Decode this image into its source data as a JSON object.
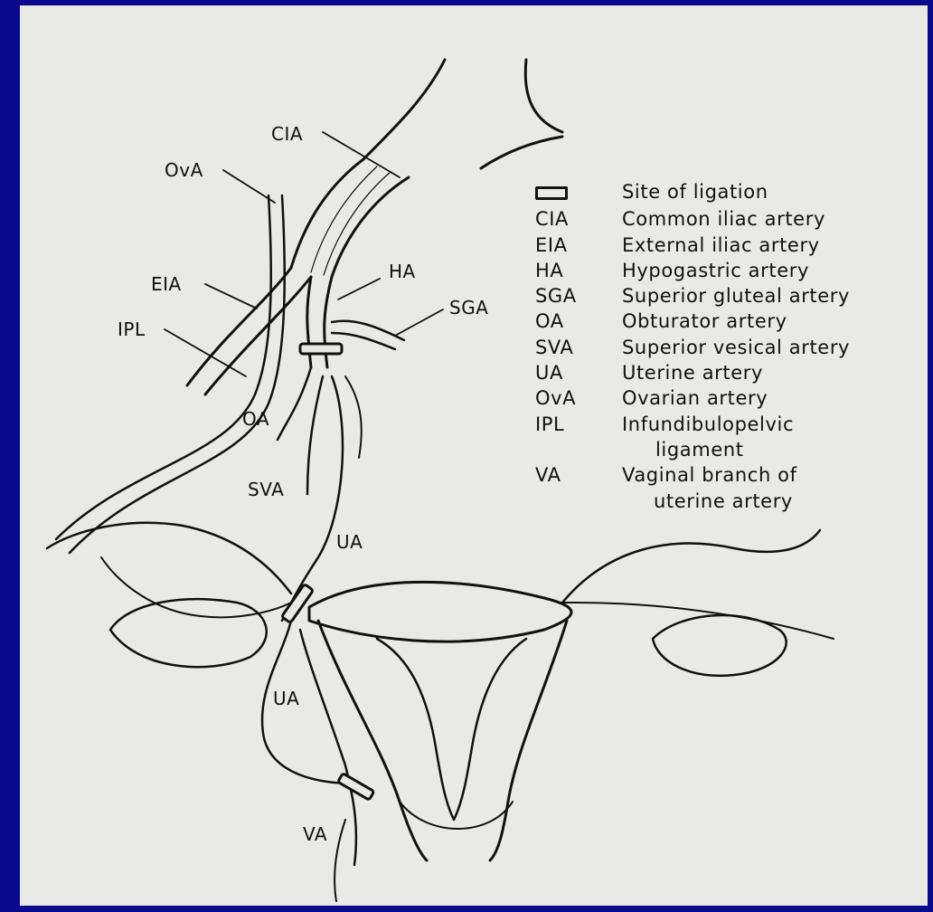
{
  "labels": {
    "cia": "CIA",
    "ova": "OvA",
    "eia": "EIA",
    "ipl": "IPL",
    "ha": "HA",
    "sga": "SGA",
    "oa": "OA",
    "sva": "SVA",
    "ua_upper": "UA",
    "ua_lower": "UA",
    "va": "VA"
  },
  "legend": [
    {
      "abbr": "",
      "desc": "Site of ligation",
      "swatch": true
    },
    {
      "abbr": "CIA",
      "desc": "Common iliac artery"
    },
    {
      "abbr": "EIA",
      "desc": "External iliac artery"
    },
    {
      "abbr": "HA",
      "desc": "Hypogastric artery"
    },
    {
      "abbr": "SGA",
      "desc": "Superior gluteal artery"
    },
    {
      "abbr": "OA",
      "desc": "Obturator artery"
    },
    {
      "abbr": "SVA",
      "desc": "Superior vesical artery"
    },
    {
      "abbr": "UA",
      "desc": "Uterine artery"
    },
    {
      "abbr": "OvA",
      "desc": "Ovarian artery"
    },
    {
      "abbr": "IPL",
      "desc": "Infundibulopelvic",
      "cont": "ligament"
    },
    {
      "abbr": "VA",
      "desc": "Vaginal branch of",
      "cont": "uterine artery"
    }
  ],
  "colors": {
    "frame": "#0a0a8c",
    "paper": "#e9e9e6",
    "ink": "#111111"
  }
}
